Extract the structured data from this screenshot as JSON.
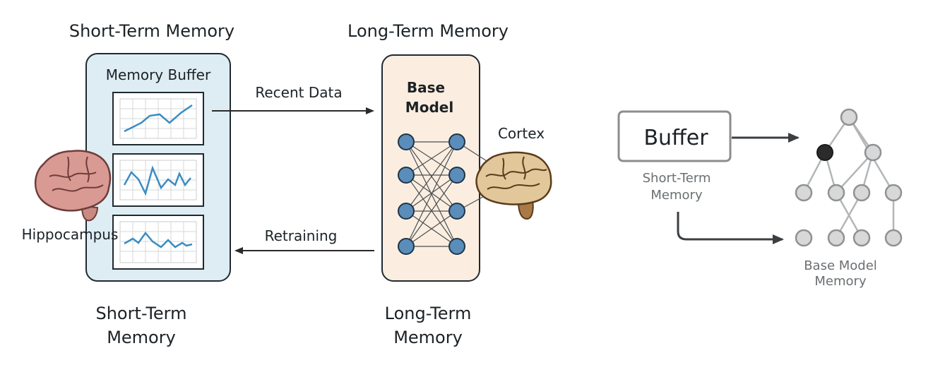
{
  "left": {
    "title": "Short-Term Memory",
    "buffer_label": "Memory Buffer",
    "hippocampus_label": "Hippocampus",
    "caption_line1": "Short-Term",
    "caption_line2": "Memory"
  },
  "middle": {
    "title": "Long-Term Memory",
    "model_label_line1": "Base",
    "model_label_line2": "Model",
    "cortex_label": "Cortex",
    "caption_line1": "Long-Term",
    "caption_line2": "Memory"
  },
  "arrows": {
    "recent_data": "Recent Data",
    "retraining": "Retraining"
  },
  "right": {
    "buffer_box": "Buffer",
    "buffer_caption_line1": "Short-Term",
    "buffer_caption_line2": "Memory",
    "tree_caption_line1": "Base Model",
    "tree_caption_line2": "Memory"
  },
  "colors": {
    "buffer_panel": "#deedf3",
    "model_panel": "#fbeee0",
    "node_blue": "#5b8dba",
    "chart_line": "#3a8cc4",
    "brain_pink": "#d99a93",
    "brain_tan": "#e2c79a",
    "tree_node": "#d8d8d8",
    "tree_node_dark": "#2b2b2b"
  }
}
